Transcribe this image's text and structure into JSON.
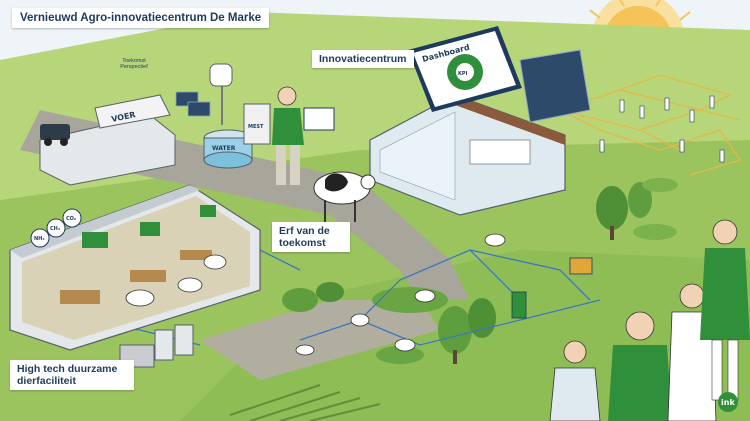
{
  "labels": {
    "title": "Vernieuwd Agro-innovatiecentrum De Marke",
    "innovatiecentrum": "Innovatiecentrum",
    "erf": "Erf van de toekomst",
    "high_tech": "High tech duurzame dierfaciliteit"
  },
  "sign_texts": {
    "toekomst": "Toekomst Perspectief",
    "dashboard": "Dashboard",
    "kpi": "KPI",
    "voer": "VOER",
    "water": "WATER",
    "mest": "MEST",
    "nh3": "NH₃",
    "ch4": "CH₄",
    "co2": "CO₂"
  },
  "signature": "ink",
  "colors": {
    "grass_light": "#b7d67a",
    "grass": "#9cc45e",
    "grass_dark": "#5f9e3e",
    "path": "#a8a59b",
    "sky": "#eef4f7",
    "sun": "#f6c35b",
    "barn": "#e4e8ea",
    "greenhouse": "#dfeaf0",
    "accent_green": "#2f8f3a",
    "navy": "#1f3a5f",
    "network": "#3a78c2",
    "field_lines": "#e2b94a"
  }
}
